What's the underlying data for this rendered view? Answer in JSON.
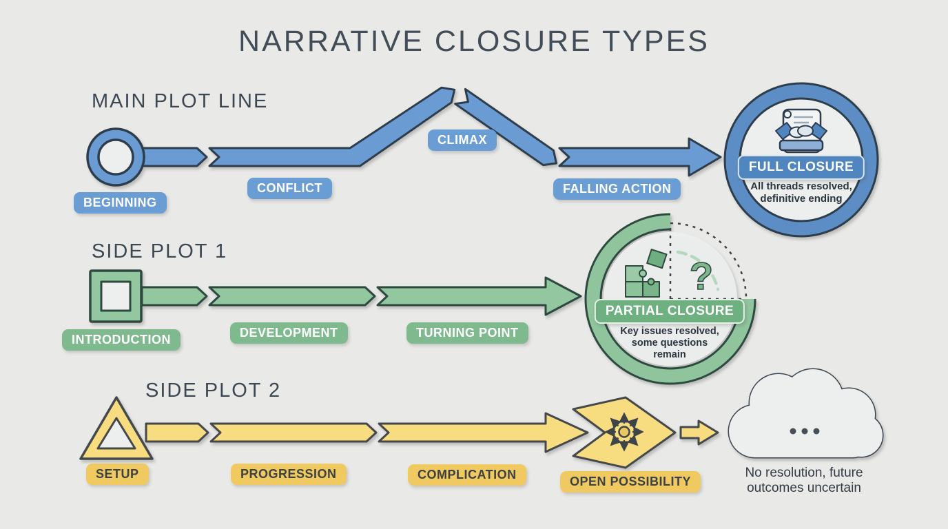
{
  "title": "NARRATIVE CLOSURE TYPES",
  "colors": {
    "background": "#e9e9e7",
    "blue_arrow": "#6b9cd3",
    "blue_pill": "#6b9dd5",
    "blue_ring": "#5b8ec5",
    "green_arrow": "#93c7a0",
    "green_pill": "#7eba8d",
    "yellow_arrow": "#f7dc80",
    "yellow_pill": "#f0ca60",
    "dark_outline": "#2e3c4c"
  },
  "main_plot": {
    "heading": "MAIN PLOT LINE",
    "stages": [
      "BEGINNING",
      "CONFLICT",
      "CLIMAX",
      "FALLING ACTION"
    ],
    "closure": {
      "label": "FULL CLOSURE",
      "desc_line1": "All threads resolved,",
      "desc_line2": "definitive ending",
      "icon": "scroll-handshake-icon"
    }
  },
  "side_plot_1": {
    "heading": "SIDE PLOT 1",
    "stages": [
      "INTRODUCTION",
      "DEVELOPMENT",
      "TURNING POINT"
    ],
    "closure": {
      "label": "PARTIAL CLOSURE",
      "desc_line1": "Key issues resolved,",
      "desc_line2": "some questions",
      "desc_line3": "remain",
      "question_mark": "?",
      "icons": [
        "puzzle-icon",
        "question-mark-icon"
      ]
    }
  },
  "side_plot_2": {
    "heading": "SIDE PLOT 2",
    "stages": [
      "SETUP",
      "PROGRESSION",
      "COMPLICATION",
      "OPEN POSSIBILITY"
    ],
    "closure": {
      "desc_line1": "No resolution, future",
      "desc_line2": "outcomes uncertain",
      "icon": "cloud-ellipsis-icon"
    }
  }
}
